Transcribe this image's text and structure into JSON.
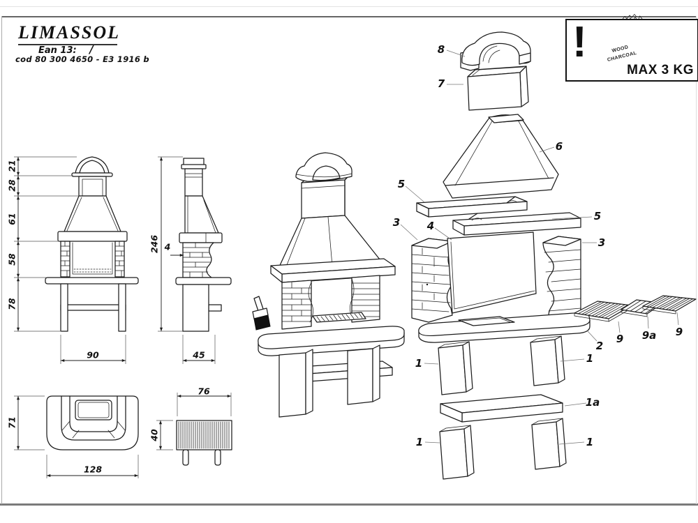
{
  "title_block": {
    "title": "LIMASSOL",
    "ean_label": "Ean 13:",
    "ean_value": "/",
    "cod": "cod 80 300 4650 - E3 1916 b"
  },
  "warning_box": {
    "exclamation": "!",
    "bag_text_1": "WOOD",
    "bag_text_2": "CHARCOAL",
    "max_load": "MAX 3 KG"
  },
  "front_view": {
    "seg_cap": "21",
    "seg_chimney": "28",
    "seg_hood": "61",
    "seg_firebox": "58",
    "seg_base": "78",
    "width": "90"
  },
  "side_view": {
    "total_height": "246",
    "wall_thickness": "4",
    "depth": "45"
  },
  "top_view": {
    "depth": "71",
    "width": "128"
  },
  "grate_view": {
    "width": "76",
    "height": "40"
  },
  "parts": {
    "leg": "1",
    "bottom_shelf": "1a",
    "worktop": "2",
    "brick_column": "3",
    "back_panel": "4",
    "mantel_shelf": "5",
    "hood": "6",
    "chimney": "7",
    "chimney_cap": "8",
    "grate": "9",
    "grate_small": "9a"
  }
}
